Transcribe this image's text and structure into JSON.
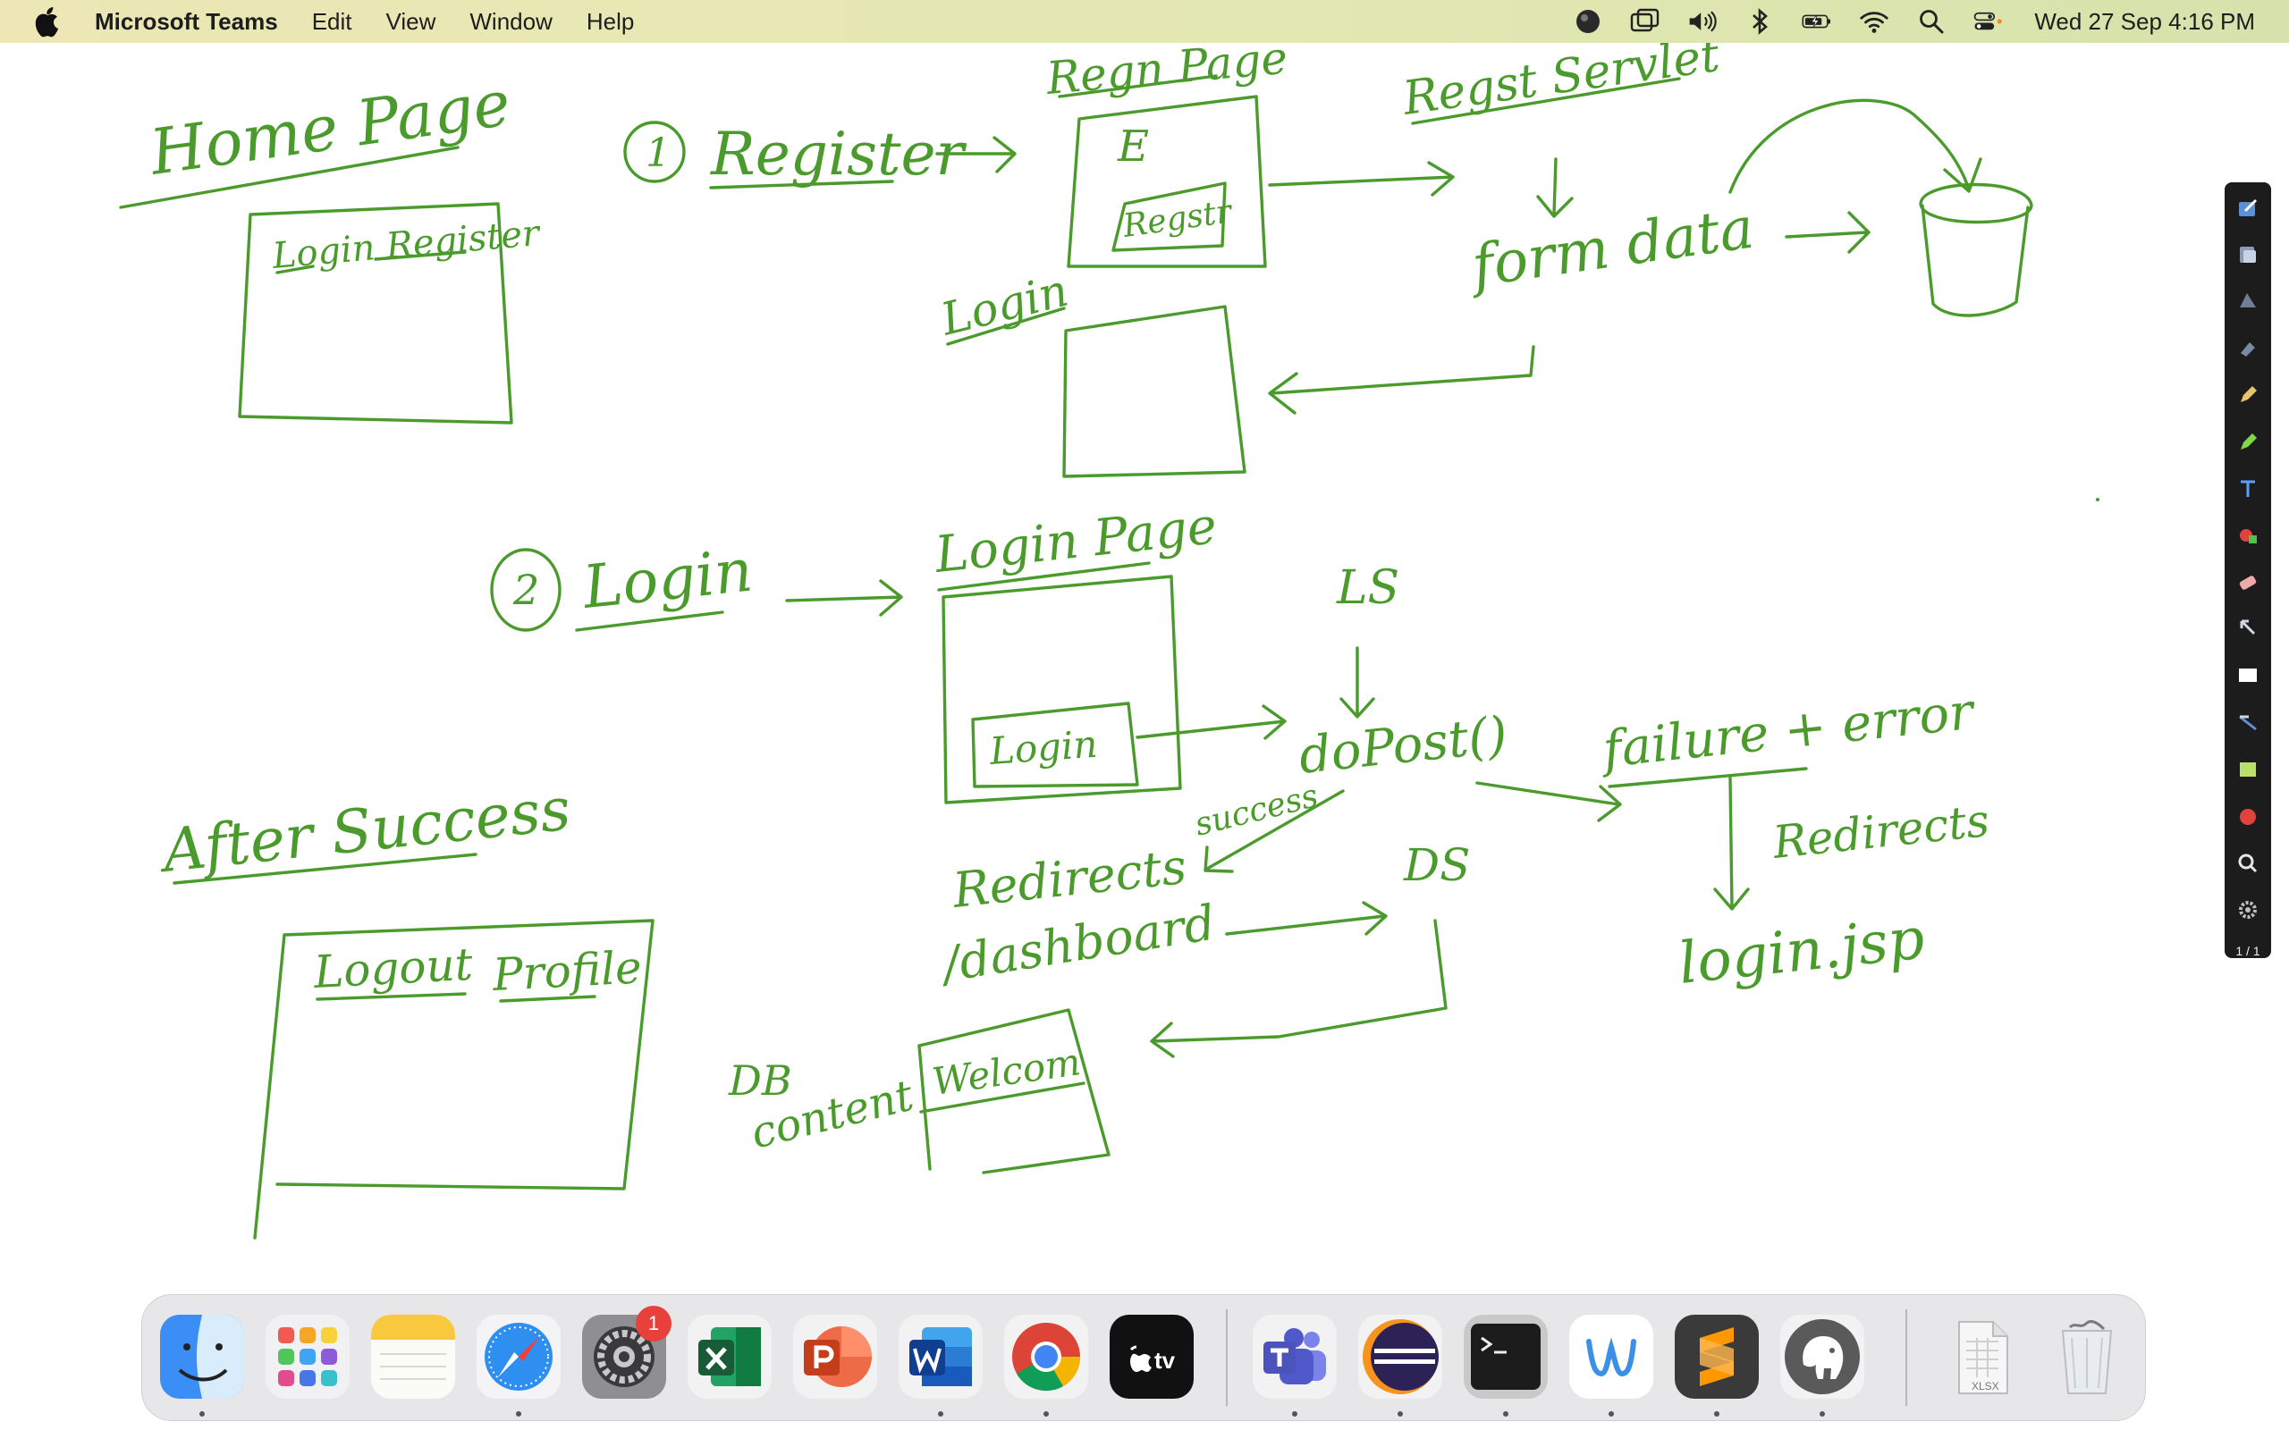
{
  "menubar": {
    "app_name": "Microsoft Teams",
    "menus": [
      "Edit",
      "View",
      "Window",
      "Help"
    ],
    "datetime": "Wed 27 Sep  4:16 PM"
  },
  "whiteboard": {
    "ink_color": "#4a9a2c",
    "notes": {
      "home_page": "Home Page",
      "home_box": "Login Register",
      "step1": "1",
      "register": "Register",
      "regn_page": "Regn Page",
      "regn_e": "E",
      "regn_button": "Regstr",
      "regst_servlet": "Regst Servlet",
      "form_data": "form data",
      "login_side": "Login",
      "step2": "2",
      "login": "Login",
      "login_page": "Login Page",
      "login_button": "Login",
      "ls": "LS",
      "dopost": "doPost()",
      "failure": "failure + error",
      "redirects_right": "Redirects",
      "login_jsp": "login.jsp",
      "success": "success",
      "redirects_dash": "Redirects",
      "dashboard": "/dashboard",
      "ds": "DS",
      "db": "DB",
      "content": "content",
      "welcome": "Welcom",
      "after_success": "After Success",
      "logout": "Logout",
      "profile": "Profile"
    }
  },
  "toolbar": {
    "tools": [
      "pen-tool",
      "layers-tool",
      "shape-tool",
      "fill-tool",
      "pencil-tool",
      "highlighter-tool",
      "text-tool",
      "color-tool",
      "eraser-tool",
      "arrow-tool",
      "whiteboard-tool",
      "line-tool",
      "rectangle-tool",
      "record-tool",
      "zoom-tool",
      "settings-tool"
    ],
    "page_indicator": "1 / 1"
  },
  "dock": {
    "apps": [
      "Finder",
      "Launchpad",
      "Notes",
      "Safari",
      "System Settings",
      "Excel",
      "PowerPoint",
      "Word",
      "Chrome",
      "Apple TV",
      "Microsoft Teams",
      "Eclipse",
      "Terminal",
      "WebStorm",
      "Sublime Text",
      "TablePlus"
    ],
    "system_settings_badge": "1",
    "tv_label": "tv",
    "file_label": "XLSX"
  }
}
